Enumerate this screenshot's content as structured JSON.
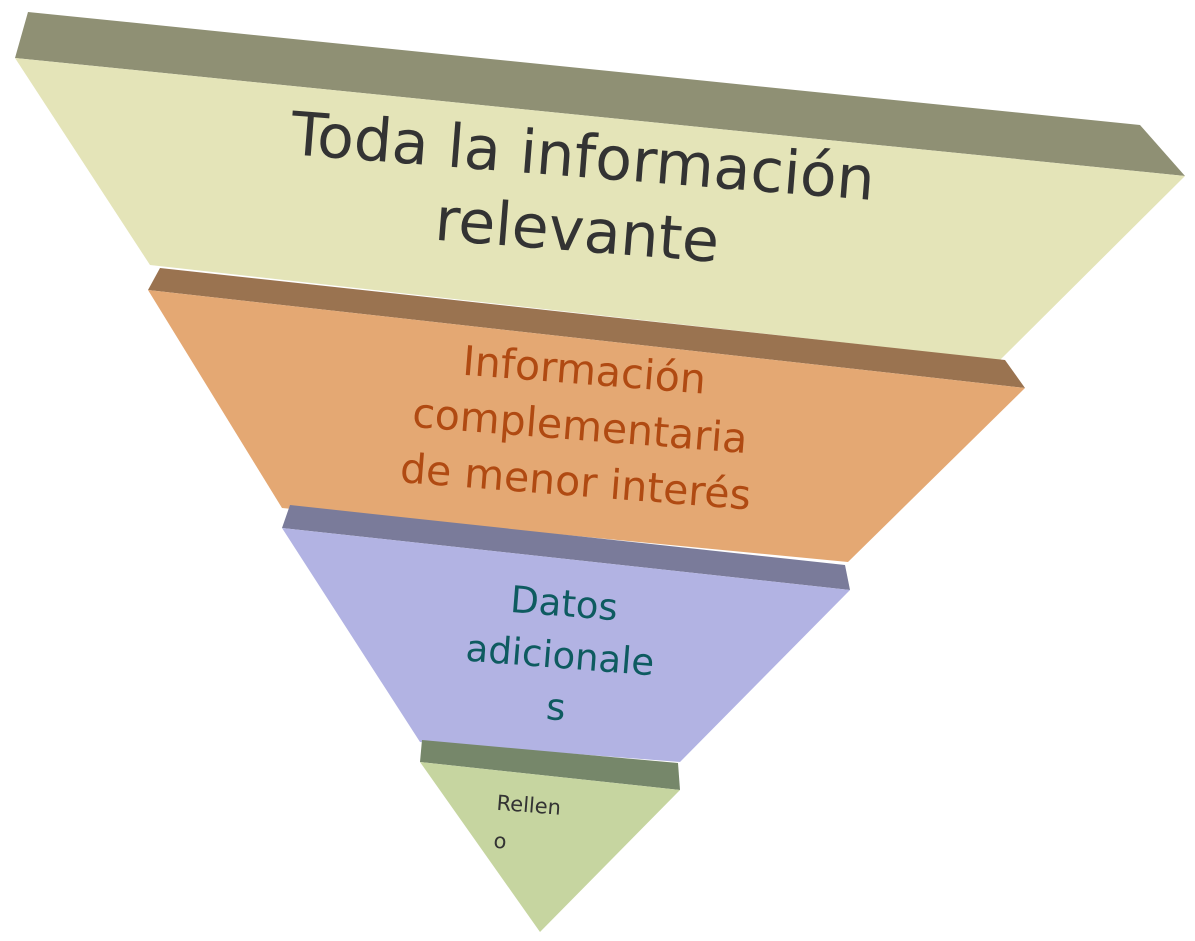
{
  "diagram": {
    "type": "inverted-pyramid",
    "layers": [
      {
        "text": "Toda la información\nrelevante",
        "face_color": "#E4E4B8",
        "edge_color": "#8F9074",
        "text_color": "#333333"
      },
      {
        "text": "Información\ncomplementaria\nde menor interés",
        "face_color": "#E4A873",
        "edge_color": "#9A7350",
        "text_color": "#B04A12"
      },
      {
        "text": "Datos\nadicionale\ns",
        "face_color": "#B2B3E3",
        "edge_color": "#7A7B9A",
        "text_color": "#0E5B60"
      },
      {
        "text": "Rellen\no",
        "face_color": "#C6D5A0",
        "edge_color": "#76876A",
        "text_color": "#333333"
      }
    ]
  }
}
